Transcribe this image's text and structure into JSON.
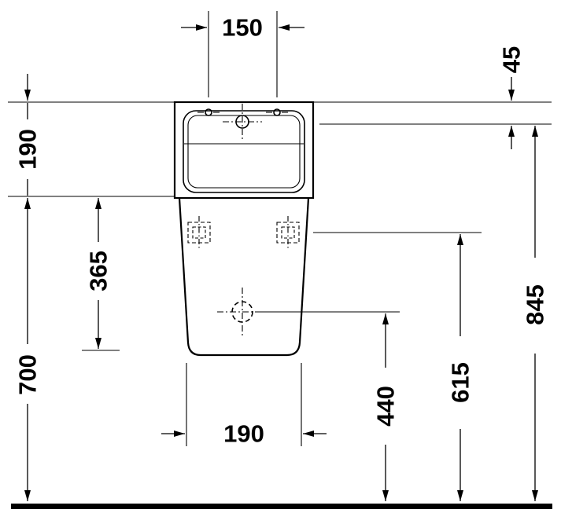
{
  "dimensions": {
    "top_width": "150",
    "mounting_offset": "45",
    "rim_height": "190",
    "inner_height": "365",
    "rim_to_floor": "700",
    "overall_height": "845",
    "bracket_height": "615",
    "outlet_height": "440",
    "base_width": "190"
  },
  "colors": {
    "line": "#000000",
    "background": "#ffffff"
  }
}
